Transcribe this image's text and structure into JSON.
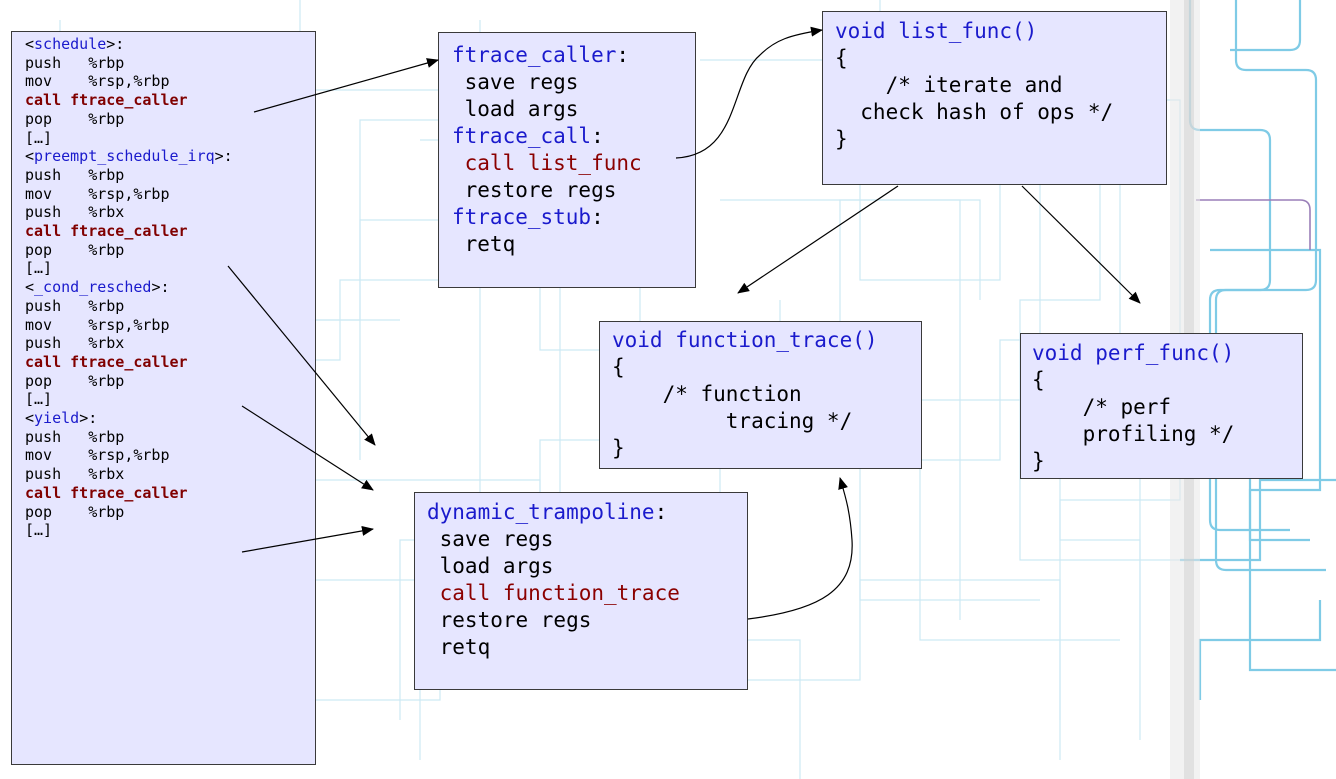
{
  "asm_listing": {
    "lines": [
      {
        "parts": [
          {
            "t": "<"
          },
          {
            "t": "schedule",
            "c": "lbl"
          },
          {
            "t": ">:"
          }
        ]
      },
      {
        "parts": [
          {
            "t": "push   %rbp"
          }
        ]
      },
      {
        "parts": [
          {
            "t": "mov    %rsp,%rbp"
          }
        ]
      },
      {
        "parts": [
          {
            "t": "call ftrace_caller",
            "c": "call-asm"
          }
        ]
      },
      {
        "parts": [
          {
            "t": "pop    %rbp"
          }
        ]
      },
      {
        "parts": [
          {
            "t": "[…]"
          }
        ]
      },
      {
        "parts": [
          {
            "t": "<"
          },
          {
            "t": "preempt_schedule_irq",
            "c": "lbl"
          },
          {
            "t": ">:"
          }
        ]
      },
      {
        "parts": [
          {
            "t": "push   %rbp"
          }
        ]
      },
      {
        "parts": [
          {
            "t": "mov    %rsp,%rbp"
          }
        ]
      },
      {
        "parts": [
          {
            "t": "push   %rbx"
          }
        ]
      },
      {
        "parts": [
          {
            "t": "call ftrace_caller",
            "c": "call-asm"
          }
        ]
      },
      {
        "parts": [
          {
            "t": "pop    %rbp"
          }
        ]
      },
      {
        "parts": [
          {
            "t": "[…]"
          }
        ]
      },
      {
        "parts": [
          {
            "t": "<"
          },
          {
            "t": "_cond_resched",
            "c": "lbl"
          },
          {
            "t": ">:"
          }
        ]
      },
      {
        "parts": [
          {
            "t": "push   %rbp"
          }
        ]
      },
      {
        "parts": [
          {
            "t": "mov    %rsp,%rbp"
          }
        ]
      },
      {
        "parts": [
          {
            "t": "push   %rbx"
          }
        ]
      },
      {
        "parts": [
          {
            "t": "call ftrace_caller",
            "c": "call-asm"
          }
        ]
      },
      {
        "parts": [
          {
            "t": "pop    %rbp"
          }
        ]
      },
      {
        "parts": [
          {
            "t": "[…]"
          }
        ]
      },
      {
        "parts": [
          {
            "t": "<"
          },
          {
            "t": "yield",
            "c": "lbl"
          },
          {
            "t": ">:"
          }
        ]
      },
      {
        "parts": [
          {
            "t": "push   %rbp"
          }
        ]
      },
      {
        "parts": [
          {
            "t": "mov    %rsp,%rbp"
          }
        ]
      },
      {
        "parts": [
          {
            "t": "push   %rbx"
          }
        ]
      },
      {
        "parts": [
          {
            "t": "call ftrace_caller",
            "c": "call-asm"
          }
        ]
      },
      {
        "parts": [
          {
            "t": "pop    %rbp"
          }
        ]
      },
      {
        "parts": [
          {
            "t": "[…]"
          }
        ]
      }
    ]
  },
  "ftrace_caller_box": {
    "lines": [
      {
        "parts": [
          {
            "t": "ftrace_caller",
            "c": "lbl"
          },
          {
            "t": ":"
          }
        ]
      },
      {
        "parts": [
          {
            "t": " save regs"
          }
        ]
      },
      {
        "parts": [
          {
            "t": " load args"
          }
        ]
      },
      {
        "parts": [
          {
            "t": "ftrace_call",
            "c": "lbl"
          },
          {
            "t": ":"
          }
        ]
      },
      {
        "parts": [
          {
            "t": " call list_func",
            "c": "call"
          }
        ]
      },
      {
        "parts": [
          {
            "t": " restore regs"
          }
        ]
      },
      {
        "parts": [
          {
            "t": "ftrace_stub",
            "c": "lbl"
          },
          {
            "t": ":"
          }
        ]
      },
      {
        "parts": [
          {
            "t": " retq"
          }
        ]
      }
    ]
  },
  "list_func_box": {
    "lines": [
      {
        "parts": [
          {
            "t": "void list_func()",
            "c": "lbl"
          }
        ]
      },
      {
        "parts": [
          {
            "t": "{"
          }
        ]
      },
      {
        "parts": [
          {
            "t": "    /* iterate and"
          }
        ]
      },
      {
        "parts": [
          {
            "t": "  check hash of ops */"
          }
        ]
      },
      {
        "parts": [
          {
            "t": "}"
          }
        ]
      }
    ]
  },
  "function_trace_box": {
    "lines": [
      {
        "parts": [
          {
            "t": "void function_trace()",
            "c": "lbl"
          }
        ]
      },
      {
        "parts": [
          {
            "t": "{"
          }
        ]
      },
      {
        "parts": [
          {
            "t": "    /* function"
          }
        ]
      },
      {
        "parts": [
          {
            "t": "         tracing */"
          }
        ]
      },
      {
        "parts": [
          {
            "t": "}"
          }
        ]
      }
    ]
  },
  "perf_func_box": {
    "lines": [
      {
        "parts": [
          {
            "t": "void perf_func()",
            "c": "lbl"
          }
        ]
      },
      {
        "parts": [
          {
            "t": "{"
          }
        ]
      },
      {
        "parts": [
          {
            "t": "    /* perf"
          }
        ]
      },
      {
        "parts": [
          {
            "t": "    profiling */"
          }
        ]
      },
      {
        "parts": [
          {
            "t": "}"
          }
        ]
      }
    ]
  },
  "dynamic_trampoline_box": {
    "lines": [
      {
        "parts": [
          {
            "t": "dynamic_trampoline",
            "c": "lbl"
          },
          {
            "t": ":"
          }
        ]
      },
      {
        "parts": [
          {
            "t": " save regs"
          }
        ]
      },
      {
        "parts": [
          {
            "t": " load args"
          }
        ]
      },
      {
        "parts": [
          {
            "t": " call function_trace",
            "c": "call"
          }
        ]
      },
      {
        "parts": [
          {
            "t": " restore regs"
          }
        ]
      },
      {
        "parts": [
          {
            "t": " retq"
          }
        ]
      }
    ]
  },
  "colors": {
    "box_fill": "#e6e6ff",
    "label_blue": "#1a1acc",
    "call_red": "#800000",
    "bg_lines": "#bfe4f2",
    "arrow": "#000000"
  }
}
